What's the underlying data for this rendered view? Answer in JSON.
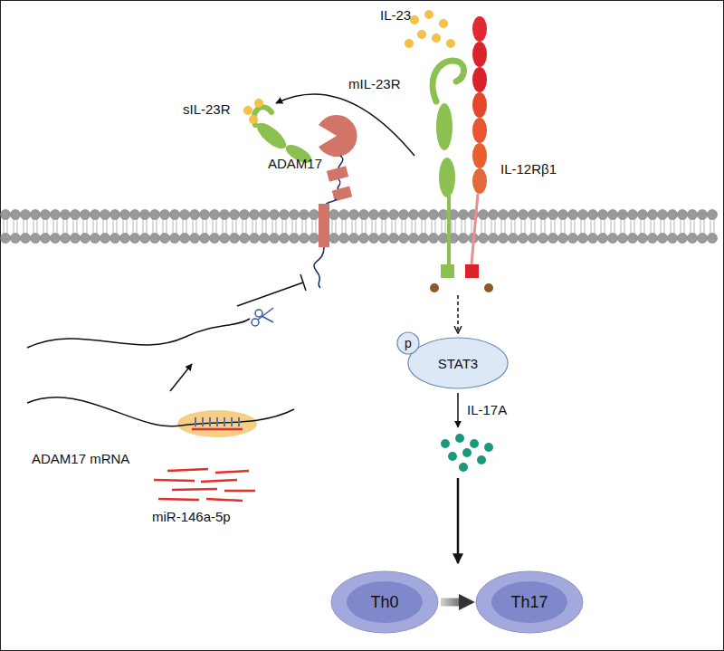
{
  "diagram": {
    "nodes": [
      {
        "text": [
          "STAT3"
        ]
      },
      {
        "text": [
          "p"
        ]
      },
      {
        "text": [
          "Th0"
        ]
      },
      {
        "text": [
          "Th17"
        ]
      }
    ],
    "edges": [
      {
        "from": 2,
        "to": 3,
        "arrow": "to"
      }
    ],
    "labels": [
      "IL-23",
      "mIL-23R",
      "sIL-23R",
      "ADAM17",
      "IL-12Rβ1",
      "ADAM17 mRNA",
      "miR-146a-5p",
      "IL-17A"
    ]
  }
}
